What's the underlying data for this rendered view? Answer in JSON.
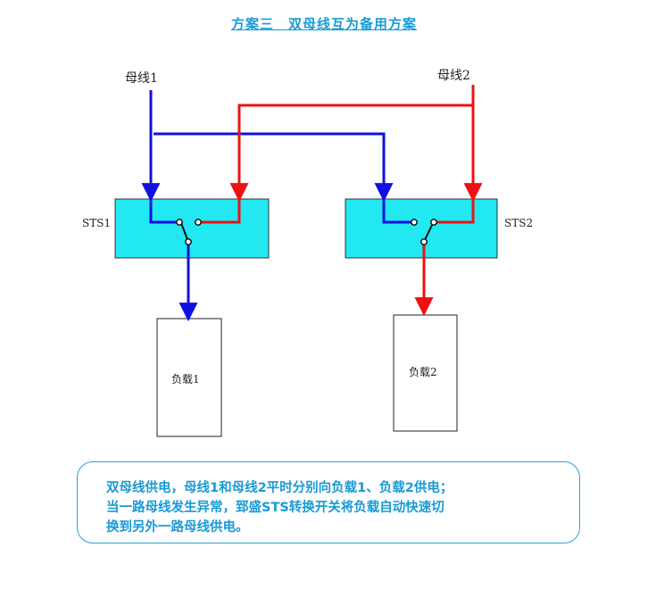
{
  "title": "方案三　双母线互为备用方案",
  "diagram": {
    "bus1_label": "母线1",
    "bus2_label": "母线2",
    "sts1_label": "STS1",
    "sts2_label": "STS2",
    "load1_label": "负载1",
    "load2_label": "负载2",
    "colors": {
      "bus1": "#1010e0",
      "bus2": "#ee1111",
      "sts_fill": "#22e8f2",
      "accent": "#1a9ad6"
    }
  },
  "note": {
    "line1": "双母线供电，母线1和母线2平时分别向负载1、负载2供电；",
    "line2": "当一路母线发生异常，郅盛STS转换开关将负载自动快速切",
    "line3": "换到另外一路母线供电。"
  }
}
